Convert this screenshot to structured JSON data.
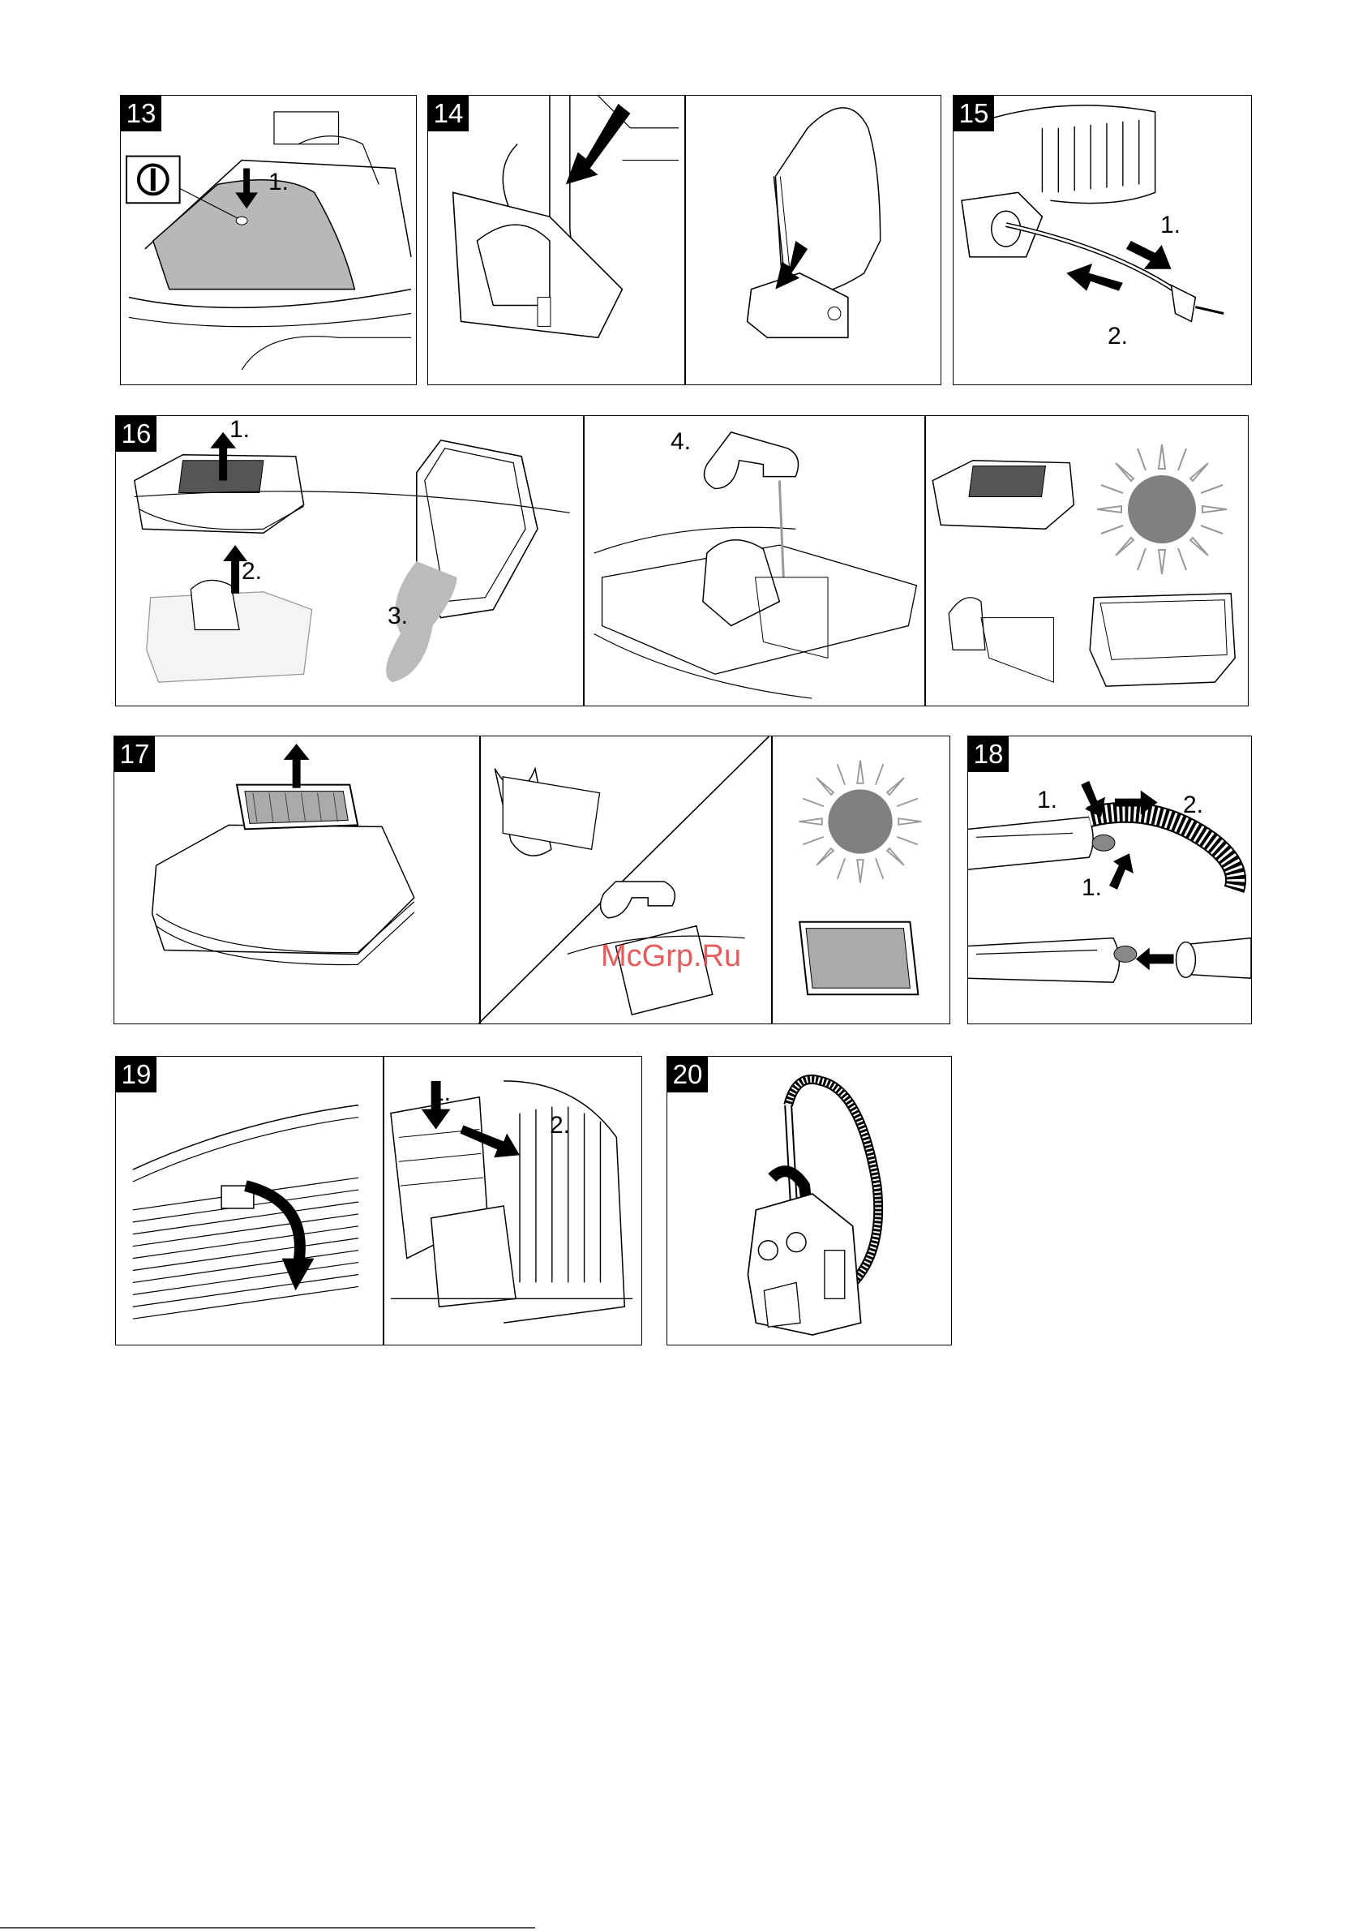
{
  "figures": [
    {
      "id": "13",
      "steps": [
        "1."
      ]
    },
    {
      "id": "14",
      "steps": []
    },
    {
      "id": "15",
      "steps": [
        "1.",
        "2."
      ]
    },
    {
      "id": "16",
      "steps": [
        "1.",
        "2.",
        "3.",
        "4."
      ]
    },
    {
      "id": "17",
      "steps": []
    },
    {
      "id": "18",
      "steps": [
        "1.",
        "2.",
        "1."
      ]
    },
    {
      "id": "19",
      "steps": [
        "1.",
        "2."
      ]
    },
    {
      "id": "20",
      "steps": []
    }
  ],
  "watermark": "McGrp.Ru",
  "colors": {
    "badge_bg": "#000000",
    "badge_text": "#ffffff",
    "watermark": "#e04040",
    "sun": "#808080"
  }
}
